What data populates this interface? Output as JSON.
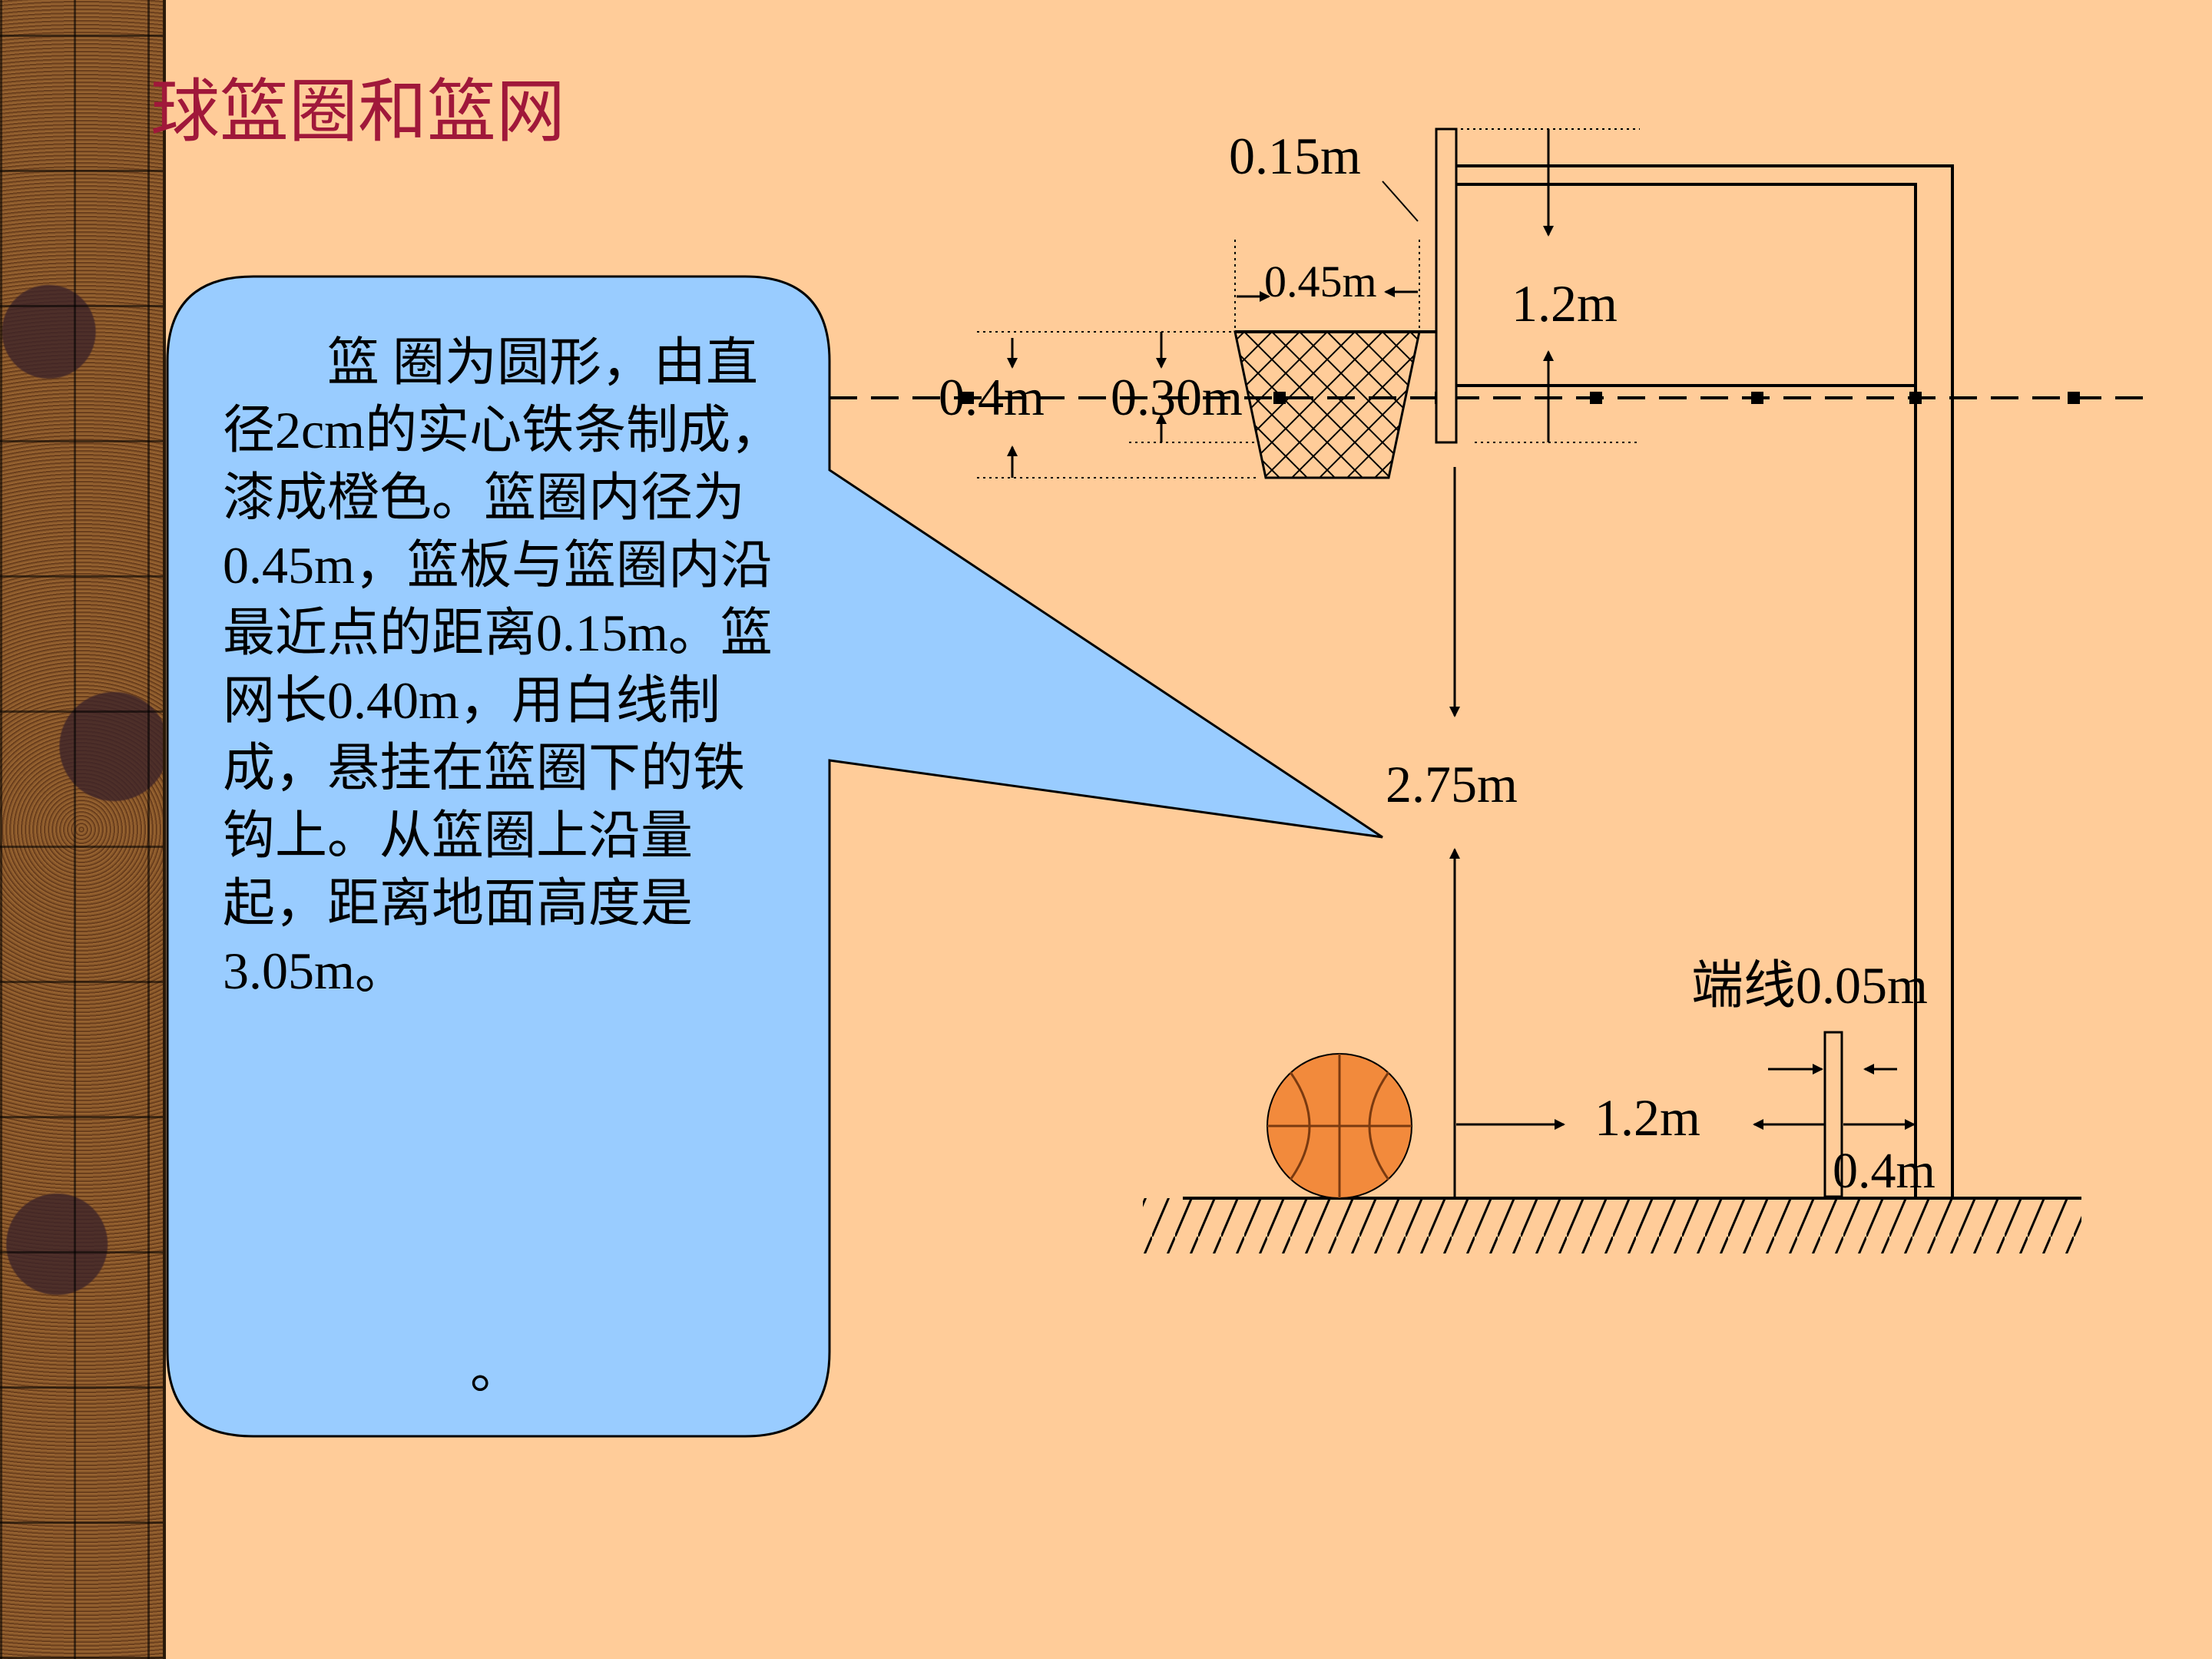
{
  "slide": {
    "title": "球篮圈和篮网",
    "callout_text": "篮 圈为圆形，由直径2cm的实心铁条制成，漆成橙色。篮圈内径为0.45m，篮板与篮圈内沿最近点的距离0.15m。篮网长0.40m，用白线制成，悬挂在篮圈下的铁钩上。从篮圈上沿量起，距离地面高度是3.05m。",
    "callout_tail": "。"
  },
  "diagram": {
    "label_015": "0.15m",
    "label_045": "0.45m",
    "label_12_top": "1.2m",
    "label_04_net": "0.4m",
    "label_030": "0.30m",
    "label_275": "2.75m",
    "label_endline": "端线0.05m",
    "label_12_bottom": "1.2m",
    "label_04_bottom": "0.4m"
  },
  "colors": {
    "background": "#FFCC99",
    "title": "#A0183A",
    "callout_fill": "#99CCFF",
    "ball": "#F28A3C"
  }
}
